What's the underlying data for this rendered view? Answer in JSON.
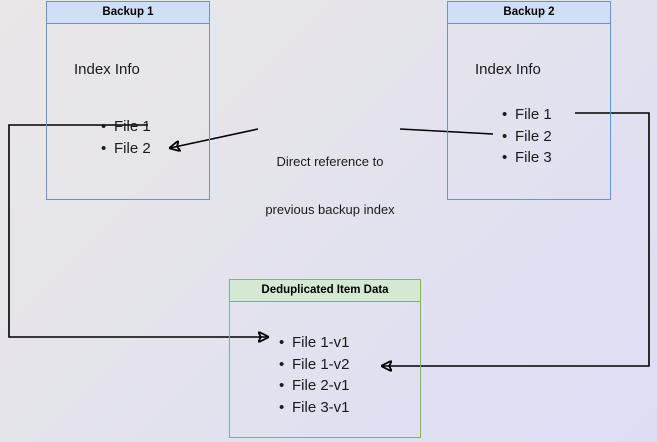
{
  "diagram": {
    "title": "Backup deduplication reference diagram",
    "background": {
      "from": "#e9e7e7",
      "to": "#dddef5"
    },
    "colors": {
      "blue_fill": "#cfe0f4",
      "blue_stroke": "#6b93c8",
      "green_fill": "#d5e8d4",
      "green_stroke": "#82b366",
      "edge": "#000000",
      "text": "#1a1a1a"
    }
  },
  "nodes": {
    "backup1": {
      "header": "Backup 1",
      "body_label": "Index Info",
      "files": [
        "File 1",
        "File 2"
      ]
    },
    "backup2": {
      "header": "Backup 2",
      "body_label": "Index Info",
      "files": [
        "File 1",
        "File 2",
        "File 3"
      ]
    },
    "dedup": {
      "header": "Deduplicated Item Data",
      "files": [
        "File 1-v1",
        "File 1-v2",
        "File 2-v1",
        "File 3-v1"
      ]
    }
  },
  "edges": {
    "reference_label_line1": "Direct reference to",
    "reference_label_line2": "previous backup index"
  }
}
